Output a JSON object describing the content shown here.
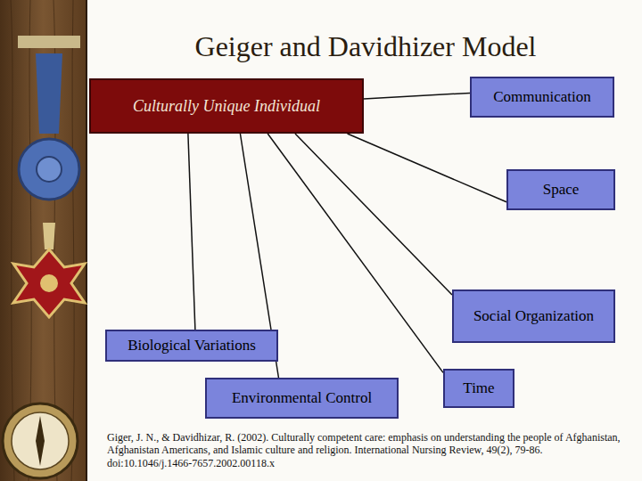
{
  "diagram": {
    "title": "Geiger and Davidhizer Model",
    "caption": "Giger, J. N., & Davidhizar, R. (2002). Culturally competent care: emphasis on understanding the people of Afghanistan, Afghanistan Americans, and Islamic culture and religion. International Nursing Review, 49(2), 79-86. doi:10.1046/j.1466-7657.2002.00118.x",
    "nodes": [
      {
        "text": [
          "Culturally Unique Individual"
        ]
      },
      {
        "text": [
          "Communication"
        ]
      },
      {
        "text": [
          "Space"
        ]
      },
      {
        "text": [
          "Social Organization"
        ]
      },
      {
        "text": [
          "Biological Variations"
        ]
      },
      {
        "text": [
          "Environmental Control"
        ]
      },
      {
        "text": [
          "Time"
        ]
      }
    ],
    "edges": [
      {
        "from": 0,
        "to": 1,
        "arrow": "none"
      },
      {
        "from": 0,
        "to": 2,
        "arrow": "none"
      },
      {
        "from": 0,
        "to": 3,
        "arrow": "none"
      },
      {
        "from": 0,
        "to": 4,
        "arrow": "none"
      },
      {
        "from": 0,
        "to": 5,
        "arrow": "none"
      },
      {
        "from": 0,
        "to": 6,
        "arrow": "none"
      }
    ]
  }
}
